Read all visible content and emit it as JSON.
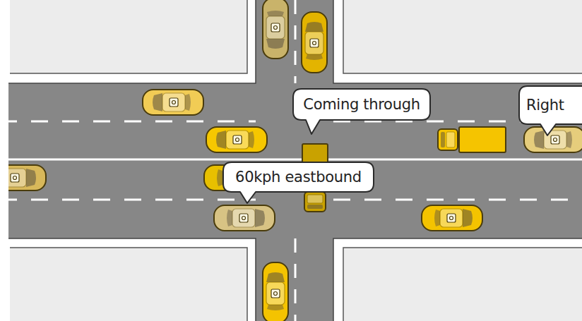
{
  "diagram": {
    "nodes": [
      {
        "text": [
          "Coming through"
        ]
      },
      {
        "text": [
          "Right"
        ]
      },
      {
        "text": [
          "60kph eastbound"
        ]
      }
    ]
  }
}
